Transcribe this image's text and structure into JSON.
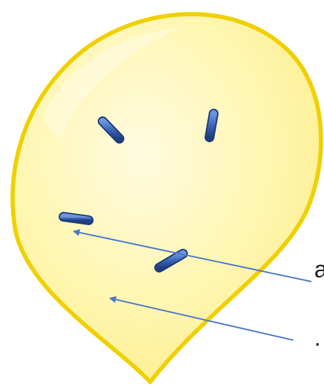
{
  "diagram": {
    "shape": "teardrop-droplet",
    "fill_color": "#fff6a8",
    "outline_color": "#f0d000",
    "particle_color": "#3a64b5",
    "arrow_color": "#4a78c8",
    "particle_count": 4,
    "labels": [
      {
        "id": "a",
        "text": "a"
      },
      {
        "id": "b",
        "text": "."
      }
    ]
  }
}
